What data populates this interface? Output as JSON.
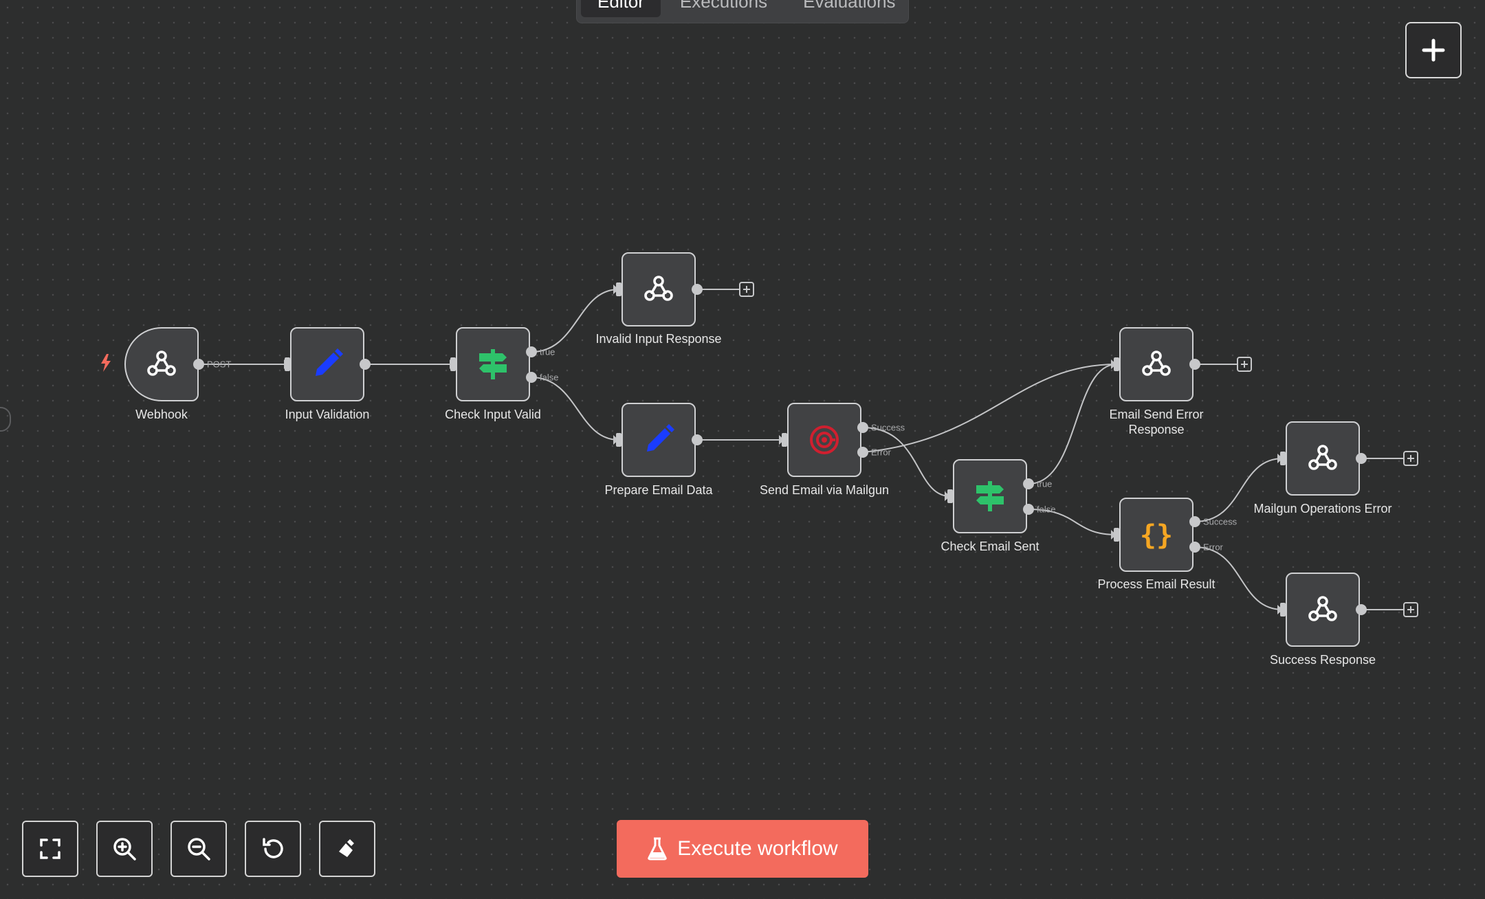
{
  "tabs": [
    {
      "label": "Editor",
      "active": true
    },
    {
      "label": "Executions",
      "active": false
    },
    {
      "label": "Evaluations",
      "active": false
    }
  ],
  "nodes": {
    "webhook": {
      "label": "Webhook",
      "icon": "webhook-icon"
    },
    "input_validation": {
      "label": "Input Validation",
      "icon": "pencil-icon"
    },
    "check_input_valid": {
      "label": "Check Input Valid",
      "icon": "signpost-icon"
    },
    "invalid_input_response": {
      "label": "Invalid Input Response",
      "icon": "webhook-icon"
    },
    "prepare_email_data": {
      "label": "Prepare Email Data",
      "icon": "pencil-icon"
    },
    "send_email_mailgun": {
      "label": "Send Email via Mailgun",
      "icon": "mailgun-icon"
    },
    "check_email_sent": {
      "label": "Check Email Sent",
      "icon": "signpost-icon"
    },
    "email_send_error_response": {
      "label": "Email Send Error Response",
      "icon": "webhook-icon"
    },
    "process_email_result": {
      "label": "Process Email Result",
      "icon": "code-braces-icon"
    },
    "mailgun_operations_error": {
      "label": "Mailgun Operations Error",
      "icon": "webhook-icon"
    },
    "success_response": {
      "label": "Success Response",
      "icon": "webhook-icon"
    }
  },
  "port_labels": {
    "post": "POST",
    "true": "true",
    "false": "false",
    "success": "Success",
    "error": "Error"
  },
  "toolbar": {
    "fit_icon": "fit-view-icon",
    "zoom_in_icon": "zoom-in-icon",
    "zoom_out_icon": "zoom-out-icon",
    "reset_icon": "undo-icon",
    "tidy_icon": "broom-icon"
  },
  "execute_button": {
    "label": "Execute workflow",
    "icon": "flask-icon"
  },
  "colors": {
    "accent": "#f36b5d",
    "trigger_bolt": "#f36b5d",
    "pencil": "#1a3cff",
    "signpost": "#2ec26a",
    "mailgun": "#d01f2f",
    "braces": "#f5a623"
  }
}
